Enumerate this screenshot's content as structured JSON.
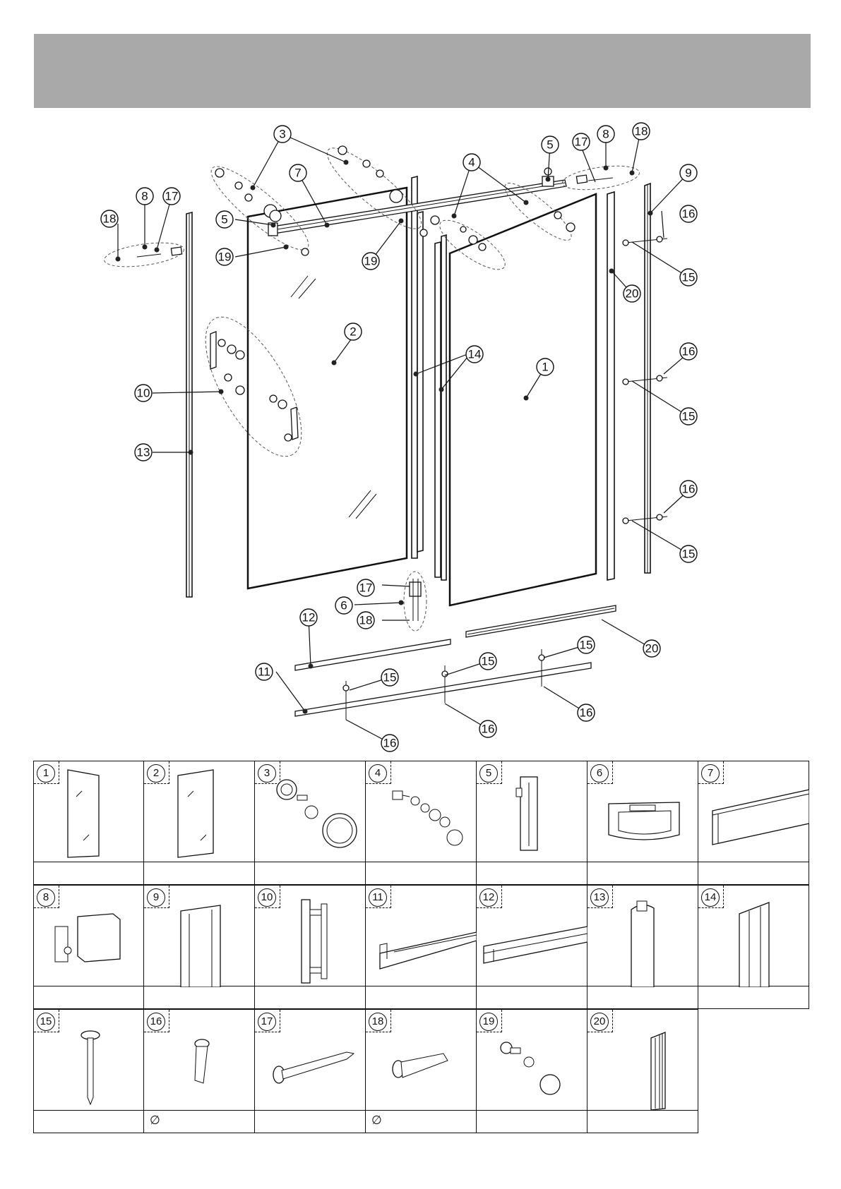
{
  "callouts": {
    "c1": "1",
    "c2": "2",
    "c3": "3",
    "c4": "4",
    "c5a": "5",
    "c5b": "5",
    "c6": "6",
    "c7": "7",
    "c8a": "8",
    "c8b": "8",
    "c9": "9",
    "c10": "10",
    "c11": "11",
    "c12": "12",
    "c13": "13",
    "c14": "14",
    "c15a": "15",
    "c15b": "15",
    "c15c": "15",
    "c15d": "15",
    "c15e": "15",
    "c15f": "15",
    "c16a": "16",
    "c16b": "16",
    "c16c": "16",
    "c16d": "16",
    "c16e": "16",
    "c16f": "16",
    "c17a": "17",
    "c17b": "17",
    "c17c": "17",
    "c18a": "18",
    "c18b": "18",
    "c18c": "18",
    "c19a": "19",
    "c19b": "19",
    "c20a": "20",
    "c20b": "20"
  },
  "parts": [
    {
      "num": "1",
      "icon": "fixed-glass-panel-icon",
      "info": ""
    },
    {
      "num": "2",
      "icon": "sliding-glass-door-icon",
      "info": ""
    },
    {
      "num": "3",
      "icon": "roller-wheel-assembly-icon",
      "info": ""
    },
    {
      "num": "4",
      "icon": "fixed-glass-bolt-assembly-icon",
      "info": ""
    },
    {
      "num": "5",
      "icon": "rail-connector-icon",
      "info": ""
    },
    {
      "num": "6",
      "icon": "floor-guide-icon",
      "info": ""
    },
    {
      "num": "7",
      "icon": "sliding-rail-bar-icon",
      "info": ""
    },
    {
      "num": "8",
      "icon": "wall-bracket-icon",
      "info": ""
    },
    {
      "num": "9",
      "icon": "wall-profile-icon",
      "info": ""
    },
    {
      "num": "10",
      "icon": "door-handle-icon",
      "info": ""
    },
    {
      "num": "11",
      "icon": "floor-channel-icon",
      "info": ""
    },
    {
      "num": "12",
      "icon": "glass-channel-icon",
      "info": ""
    },
    {
      "num": "13",
      "icon": "magnetic-seal-icon",
      "info": ""
    },
    {
      "num": "14",
      "icon": "edge-profile-icon",
      "info": ""
    },
    {
      "num": "15",
      "icon": "screw-icon",
      "info": ""
    },
    {
      "num": "16",
      "icon": "wall-plug-icon",
      "info": "∅"
    },
    {
      "num": "17",
      "icon": "long-screw-icon",
      "info": ""
    },
    {
      "num": "18",
      "icon": "long-wall-plug-icon",
      "info": "∅"
    },
    {
      "num": "19",
      "icon": "door-stopper-icon",
      "info": ""
    },
    {
      "num": "20",
      "icon": "bottom-seal-strip-icon",
      "info": ""
    }
  ]
}
